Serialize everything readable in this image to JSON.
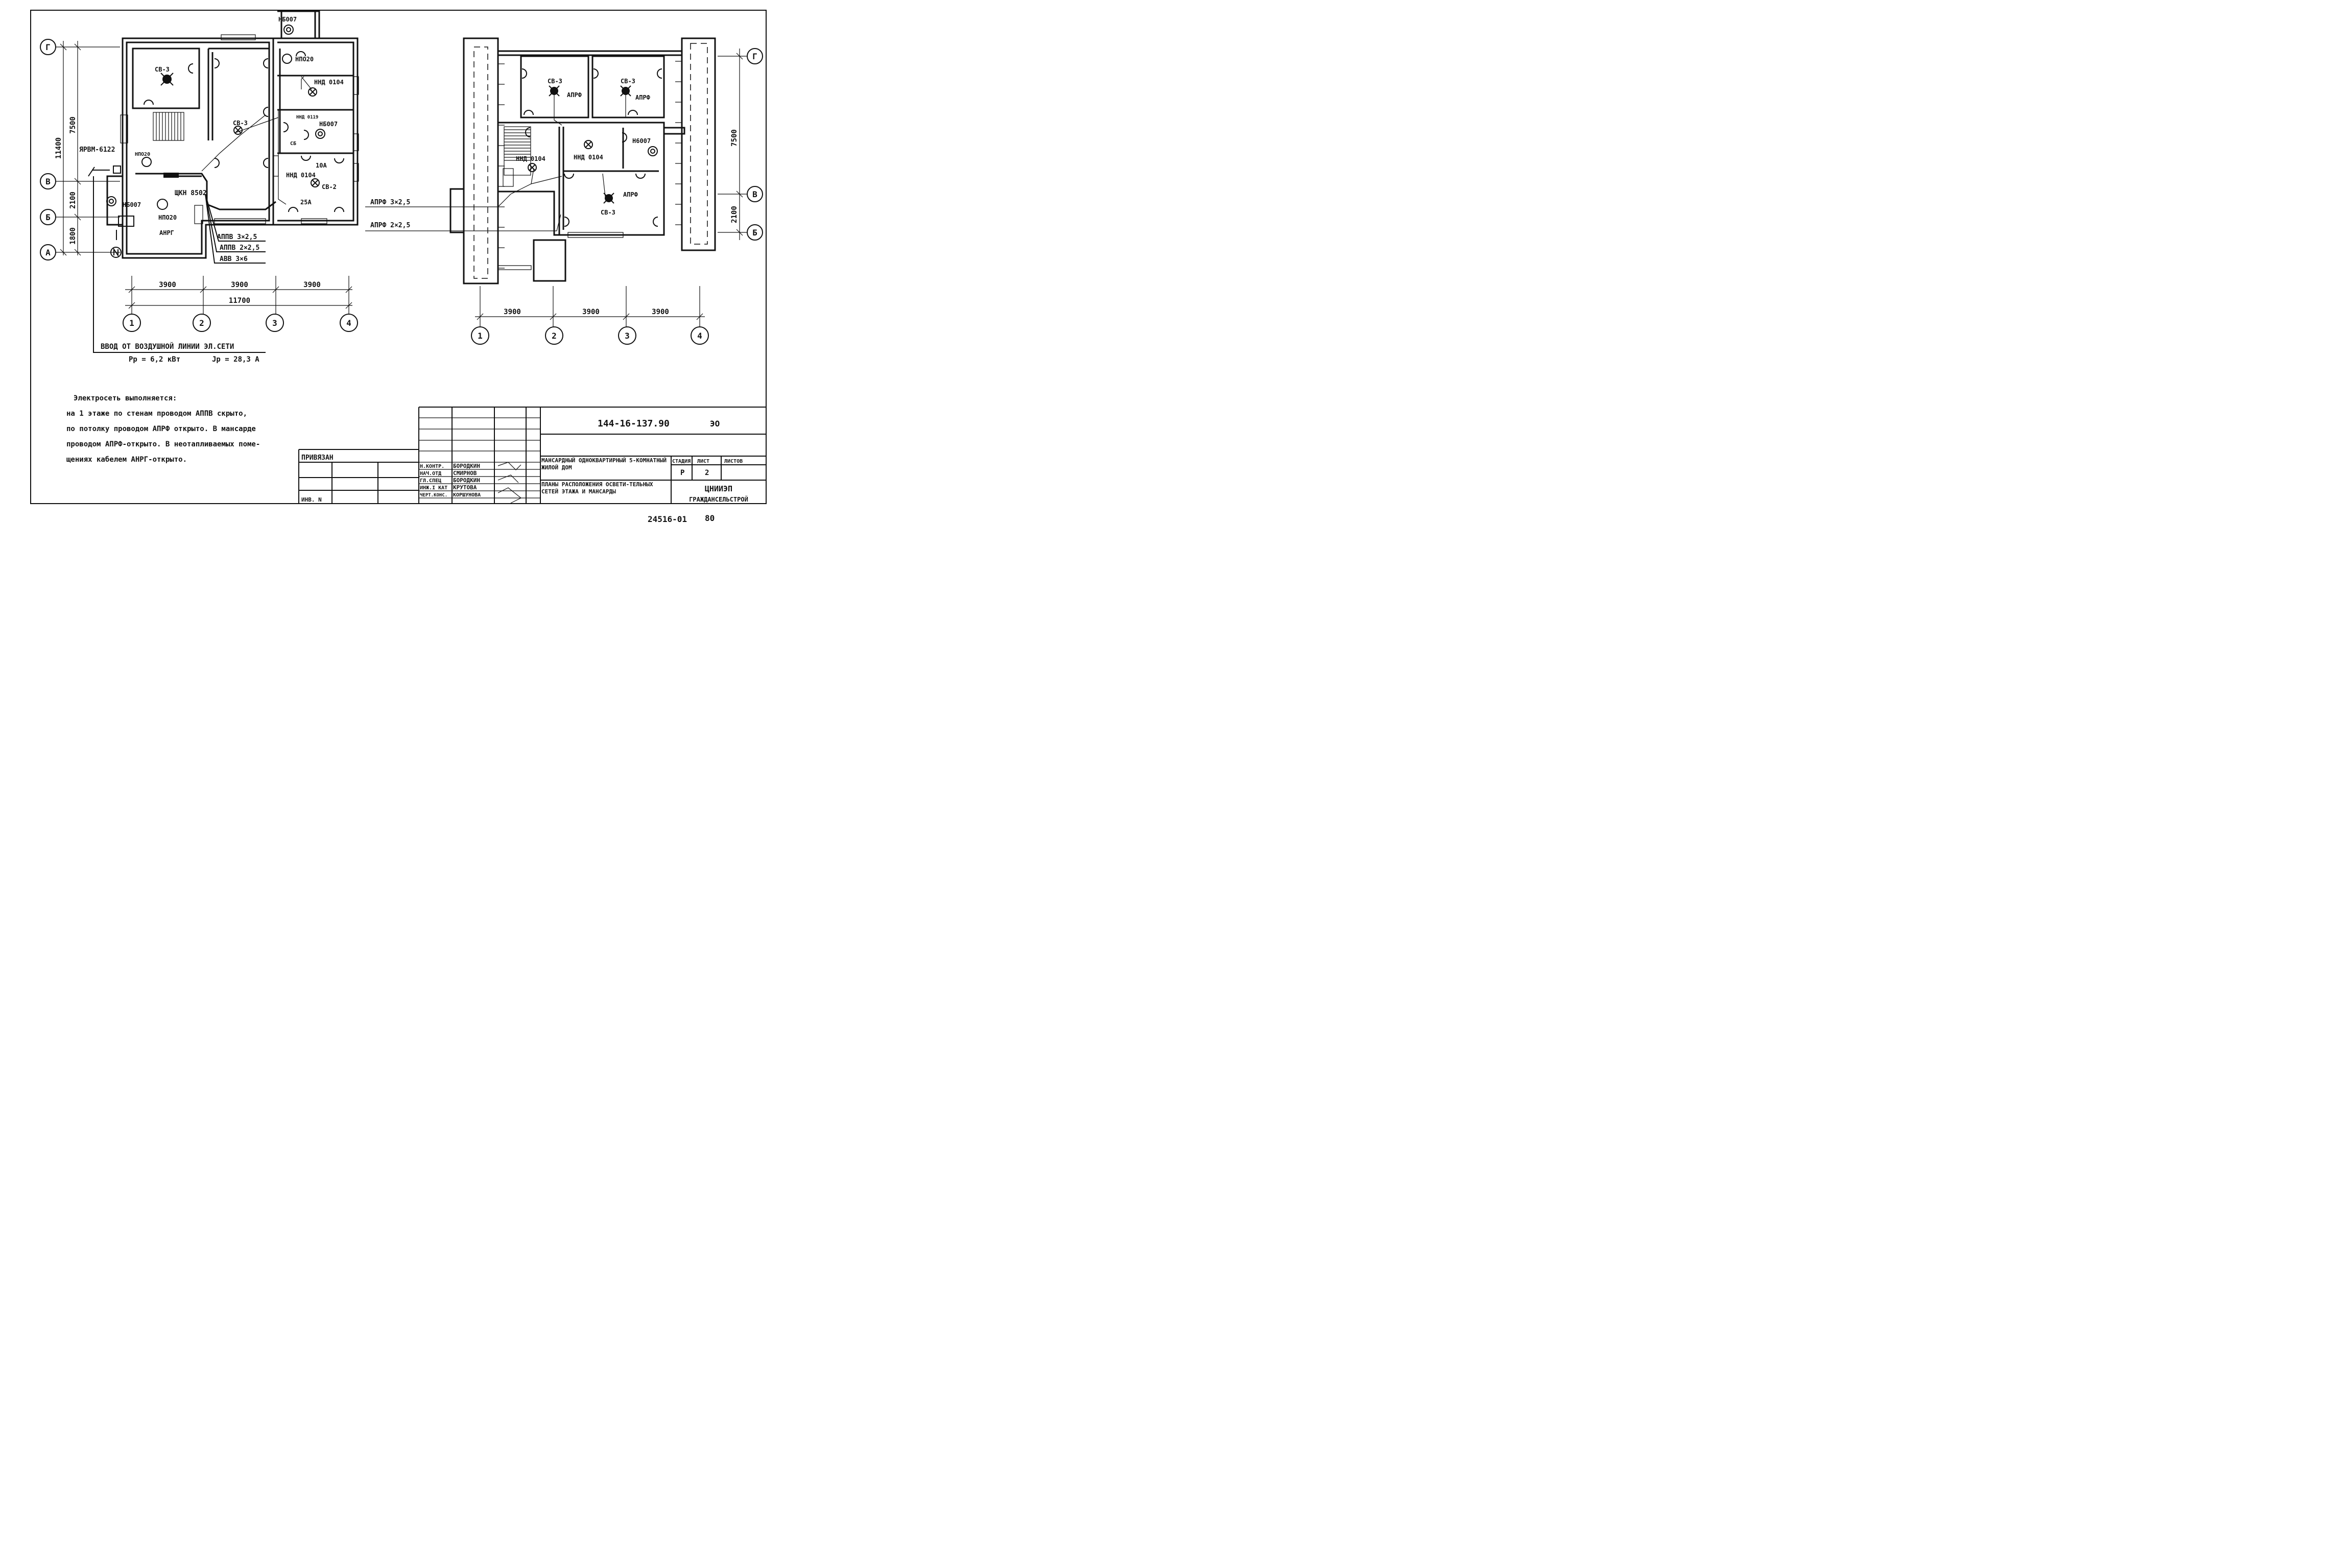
{
  "axes": {
    "letters": [
      "Г",
      "В",
      "Б",
      "А"
    ],
    "numbers": [
      "1",
      "2",
      "3",
      "4"
    ]
  },
  "dimensions": {
    "span_3900": "3900",
    "total_11700": "11700",
    "left_vertical": [
      "11400",
      "7500",
      "2100",
      "1800"
    ],
    "right_vertical": [
      "7500",
      "2100"
    ]
  },
  "ground_floor": {
    "room_labels": [
      "СВ-3",
      "СВ-3",
      "СВ-2",
      "НБ007",
      "НПО20",
      "НБ007",
      "НПО20",
      "НПО20",
      "НБ007",
      "ННД 0104",
      "ННД 0104",
      "ННД 0119",
      "СБ",
      "АНРГ",
      "10А",
      "25А"
    ],
    "panel_yrvm": "ЯРВМ-6122",
    "panel_shchk": "ЩКН 8502",
    "cable_legend": [
      "АППВ 3×2,5",
      "АППВ 2×2,5",
      "АВВ 3×6"
    ]
  },
  "attic": {
    "room_labels": [
      "СВ-3",
      "СВ-3",
      "СВ-3",
      "АПРФ",
      "АПРФ",
      "АПРФ",
      "ННД 0104",
      "ННД 0104",
      "Н6007"
    ],
    "cables": [
      "АПРФ 3×2,5",
      "АПРФ 2×2,5"
    ]
  },
  "input_line": {
    "title": "ВВОД ОТ ВОЗДУШНОЙ ЛИНИИ ЭЛ.СЕТИ",
    "power": "Рр = 6,2 кВт",
    "current": "Jр = 28,3 А"
  },
  "notes": [
    "Электросеть выполняется:",
    "на 1 этаже по стенам проводом АППВ скрыто,",
    "по потолку проводом АПРФ открыто. В мансарде",
    "проводом АПРФ-открыто. В неотапливаемых поме-",
    "щениях кабелем АНРГ-открыто."
  ],
  "title_block": {
    "doc_code": "144-16-137.90",
    "section": "ЭО",
    "privyazan": "ПРИВЯЗАН",
    "inv": "ИНВ. N",
    "roles": [
      "Н.КОНТР.",
      "НАЧ.ОТД",
      "ГЛ.СПЕЦ",
      "ИНЖ.I КАТ",
      "ЧЕРТ.КОНС."
    ],
    "names": [
      "БОРОДКИН",
      "СМИРНОВ",
      "БОРОДКИН",
      "КРУТОВА",
      "КОРШУНОВА"
    ],
    "object": "МАНСАРДНЫЙ ОДНОКВАРТИРНЫЙ 5-КОМНАТНЫЙ ЖИЛОЙ ДОМ",
    "sheet_title": "ПЛАНЫ РАСПОЛОЖЕНИЯ ОСВЕТИ-ТЕЛЬНЫХ СЕТЕЙ ЭТАЖА И МАНСАРДЫ",
    "stage_label": "СТАДИЯ",
    "sheet_label": "ЛИСТ",
    "sheets_label": "ЛИСТОВ",
    "stage": "Р",
    "sheet": "2",
    "org1": "ЦНИИЭП",
    "org2": "ГРАЖДАНСЕЛЬСТРОЙ"
  },
  "footer": {
    "archive_no": "24516-01",
    "page": "80"
  }
}
